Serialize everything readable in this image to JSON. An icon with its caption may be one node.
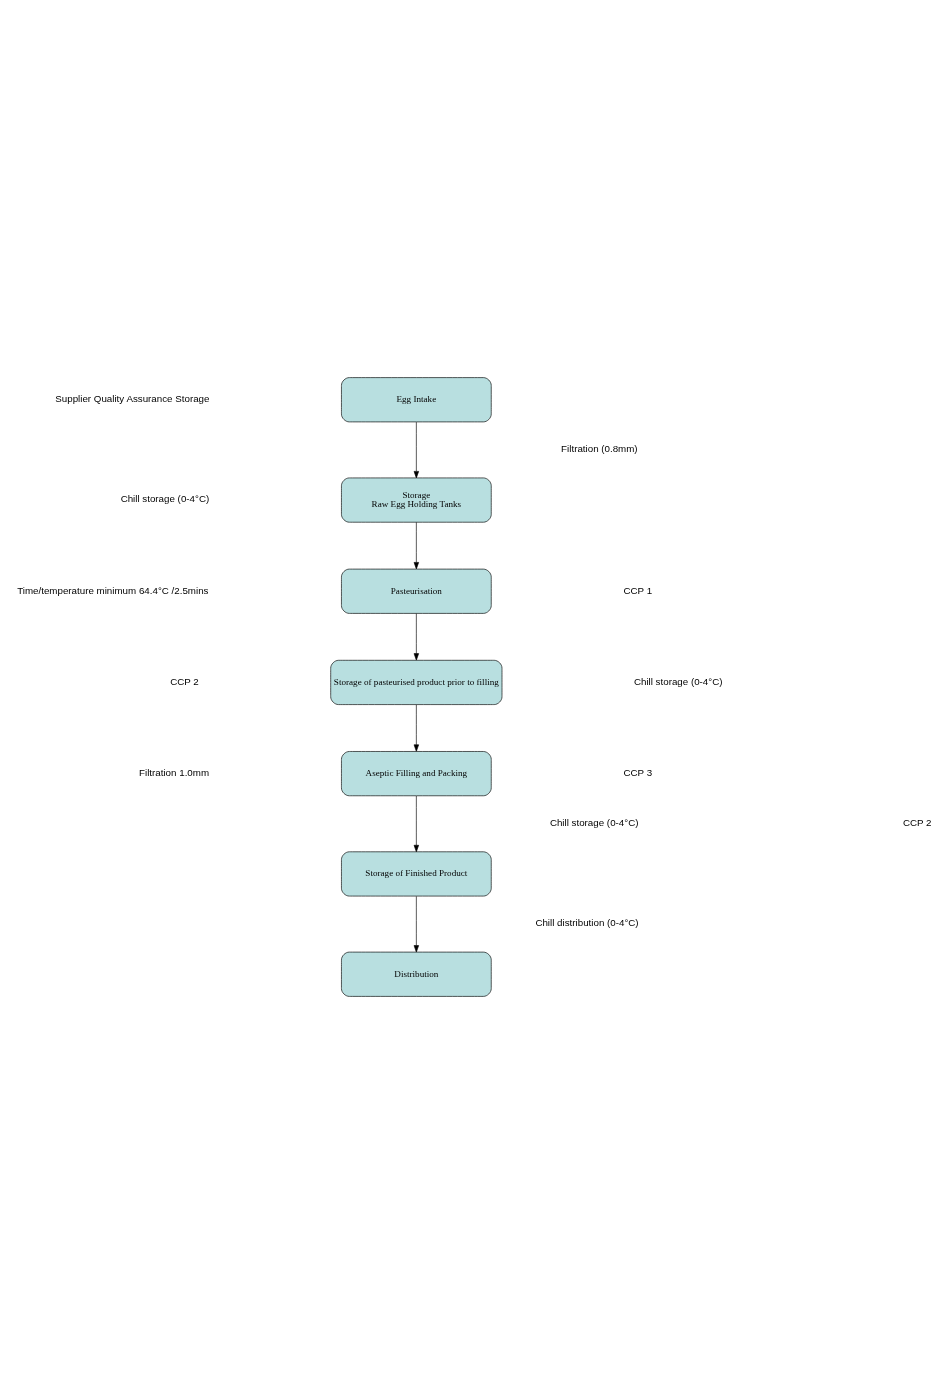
{
  "diagram": {
    "nodes": [
      {
        "text": [
          "Egg Intake"
        ]
      },
      {
        "text": [
          "Storage",
          "Raw Egg Holding Tanks"
        ]
      },
      {
        "text": [
          "Pasteurisation"
        ]
      },
      {
        "text": [
          "Storage of pasteurised product prior to filling"
        ]
      },
      {
        "text": [
          "Aseptic Filling and Packing"
        ]
      },
      {
        "text": [
          "Storage of Finished Product"
        ]
      },
      {
        "text": [
          "Distribution"
        ]
      }
    ],
    "edges": [
      {
        "from": 0,
        "to": 1,
        "arrow": "to"
      },
      {
        "from": 1,
        "to": 2,
        "arrow": "to"
      },
      {
        "from": 2,
        "to": 3,
        "arrow": "to"
      },
      {
        "from": 3,
        "to": 4,
        "arrow": "to"
      },
      {
        "from": 4,
        "to": 5,
        "arrow": "to"
      },
      {
        "from": 5,
        "to": 6,
        "arrow": "to"
      }
    ],
    "labels": [
      "Supplier Quality Assurance Storage",
      "Filtration (0.8mm)",
      "Chill storage (0-4°C)",
      "Time/temperature minimum 64.4°C /2.5mins",
      "CCP 1",
      "CCP 2",
      "Chill storage (0-4°C)",
      "Filtration 1.0mm",
      "CCP 3",
      "Chill storage (0-4°C)",
      "CCP 2",
      "Chill distribution (0-4°C)"
    ]
  }
}
